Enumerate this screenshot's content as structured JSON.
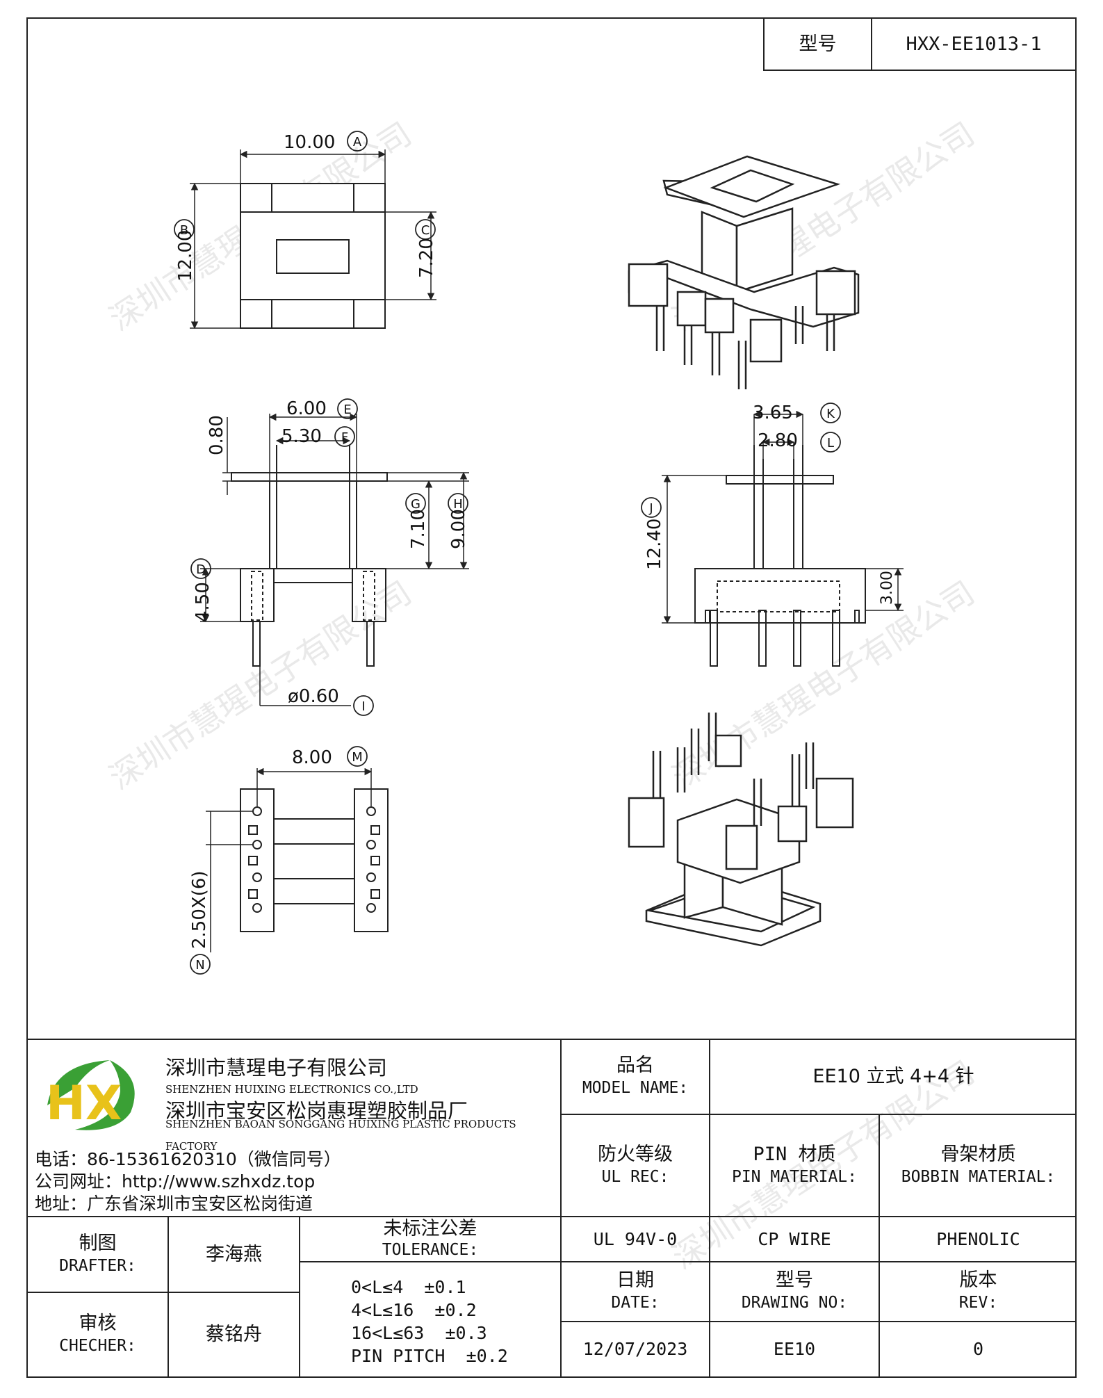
{
  "header": {
    "model_label": "型号",
    "model_value": "HXX-EE1013-1"
  },
  "dimensions": {
    "A": "10.00",
    "B": "12.00",
    "C": "7.20",
    "E": "6.00",
    "F": "5.30",
    "top_offset": "0.80",
    "G": "7.10",
    "H": "9.00",
    "D": "4.50",
    "I": "ø0.60",
    "K": "3.65",
    "L": "2.80",
    "J": "12.40",
    "side_pin": "3.00",
    "M": "8.00",
    "N": "2.50X(6)"
  },
  "dim_tags": [
    "A",
    "B",
    "C",
    "E",
    "F",
    "G",
    "H",
    "D",
    "I",
    "K",
    "L",
    "J",
    "M",
    "N"
  ],
  "company": {
    "name_cn": "深圳市慧瑆电子有限公司",
    "name_en": "SHENZHEN HUIXING ELECTRONICS CO.,LTD",
    "factory_cn": "深圳市宝安区松岗惠瑆塑胶制品厂",
    "factory_en": "SHENZHEN BAOAN SONGGANG HUIXING PLASTIC PRODUCTS FACTORY",
    "phone": "电话：86-15361620310（微信同号）",
    "website": "公司网址：http://www.szhxdz.top",
    "address": "地址：广东省深圳市宝安区松岗街道",
    "logo_text": "HX"
  },
  "model_name": {
    "label_cn": "品名",
    "label_en": "MODEL NAME:",
    "value": "EE10 立式 4+4 针"
  },
  "fire_rating": {
    "label_cn": "防火等级",
    "label_en": "UL REC:",
    "value": "UL 94V-0"
  },
  "pin_material": {
    "label_cn": "PIN 材质",
    "label_en": "PIN MATERIAL:",
    "value": "CP WIRE"
  },
  "bobbin_material": {
    "label_cn": "骨架材质",
    "label_en": "BOBBIN MATERIAL:",
    "value": "PHENOLIC"
  },
  "drafter": {
    "label_cn": "制图",
    "label_en": "DRAFTER:",
    "value": "李海燕"
  },
  "checker": {
    "label_cn": "审核",
    "label_en": "CHECHER:",
    "value": "蔡铭舟"
  },
  "tolerance": {
    "label_cn": "未标注公差",
    "label_en": "TOLERANCE:",
    "rows": [
      "0<L≤4  ±0.1",
      "4<L≤16  ±0.2",
      "16<L≤63  ±0.3",
      "PIN PITCH  ±0.2"
    ]
  },
  "date": {
    "label_cn": "日期",
    "label_en": "DATE:",
    "value": "12/07/2023"
  },
  "drawing_no": {
    "label_cn": "型号",
    "label_en": "DRAWING NO:",
    "value": "EE10"
  },
  "revision": {
    "label_cn": "版本",
    "label_en": "REV:",
    "value": "0"
  },
  "watermark": "深圳市慧瑆电子有限公司",
  "colors": {
    "logo_green": "#3aa035",
    "logo_yellow": "#e8c21a",
    "line": "#222222"
  }
}
